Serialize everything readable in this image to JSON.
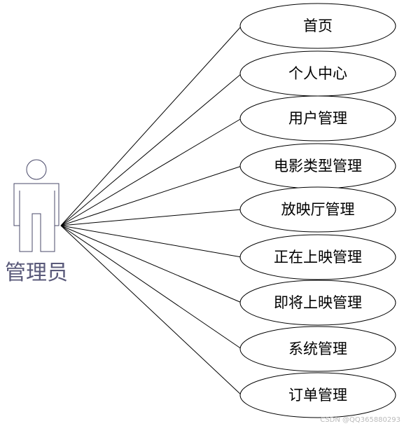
{
  "actor": {
    "label": "管理员"
  },
  "use_cases": [
    {
      "label": "首页"
    },
    {
      "label": "个人中心"
    },
    {
      "label": "用户管理"
    },
    {
      "label": "电影类型管理"
    },
    {
      "label": "放映厅管理"
    },
    {
      "label": "正在上映管理"
    },
    {
      "label": "即将上映管理"
    },
    {
      "label": "系统管理"
    },
    {
      "label": "订单管理"
    }
  ],
  "watermark": "CSDN @QQ365880293"
}
